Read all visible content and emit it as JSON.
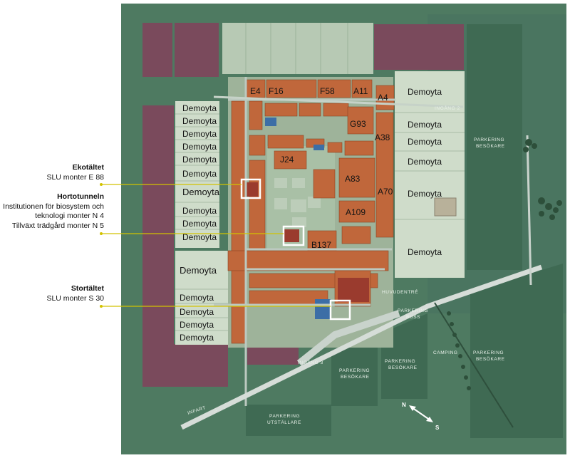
{
  "map": {
    "plot_labels": [
      "E4",
      "F16",
      "F58",
      "A11",
      "A4",
      "G93",
      "A38",
      "J24",
      "A83",
      "A70",
      "A109",
      "B137"
    ],
    "demo_label": "Demoyta",
    "road_labels": {
      "ingang2": "INGÅNG 2",
      "ingang3": "INGÅNG 3",
      "huvudentre": "HUVUDENTRÉ",
      "infart": "INFART",
      "parkering": "PARKERING",
      "besokare": "BESÖKARE",
      "buss": "BUSS",
      "utstallare": "UTSTÄLLARE",
      "camping": "CAMPING"
    },
    "compass": {
      "n": "N",
      "s": "S"
    },
    "colors": {
      "background": "#4e7a61",
      "field": "#5f7f66",
      "exhibit": "#c0673b",
      "demo_zone": "#cfdcca",
      "maroon_field": "#7a4a5c",
      "highlight_box": "#ffffff",
      "callout": "#d2c200"
    }
  },
  "legend": {
    "ekotaltet": {
      "title": "Ekotältet",
      "line1": "SLU monter E 88"
    },
    "hortotunneln": {
      "title": "Hortotunneln",
      "line1": "Institutionen för biosystem och",
      "line2": "teknologi monter N 4",
      "line3": "Tillväxt trädgård monter N 5"
    },
    "stortaltet": {
      "title": "Stortältet",
      "line1": "SLU monter S 30"
    }
  }
}
